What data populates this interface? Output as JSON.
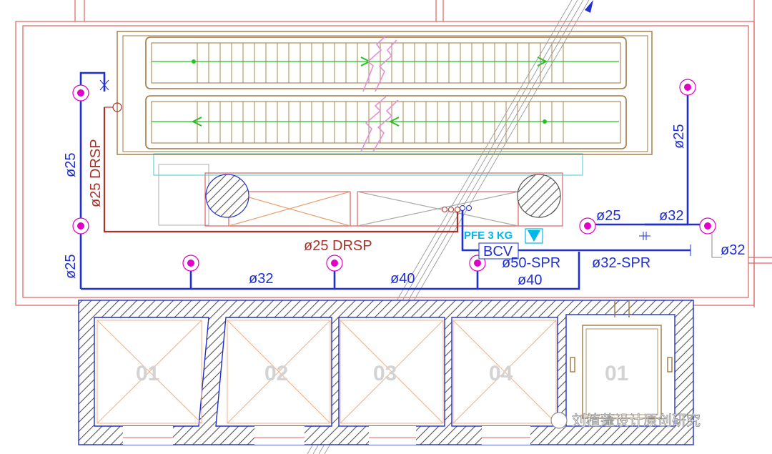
{
  "labels": {
    "pipe_25_left_upper": "ø25",
    "drsp_25_vertical": "ø25 DRSP",
    "pipe_25_left_lower": "ø25",
    "drsp_25_horizontal": "ø25 DRSP",
    "pipe_32_bottom": "ø32",
    "pipe_40_mid": "ø40",
    "pipe_40_right": "ø40",
    "pipe_50_spr": "ø50-SPR",
    "pipe_32_spr": "ø32-SPR",
    "pipe_25_right": "ø25",
    "pipe_25_right_branch": "ø25",
    "pipe_32_right_top": "ø32",
    "pipe_32_far_right": "ø32",
    "pfe": "PFE 3 KG",
    "bcv": "BCV"
  },
  "shafts": [
    "01",
    "02",
    "03",
    "04",
    "01"
  ],
  "watermark": "刘植蓬设计原创研究",
  "colors": {
    "pipe": "#1f2fd0",
    "drain": "#a8332b",
    "sprinkler": "#e000c8",
    "escalator": "#a0773f",
    "wall": "#e06060",
    "pfe": "#00b7e8",
    "handrail": "#e58fd6",
    "shaft_number": "#d3d3d3"
  }
}
